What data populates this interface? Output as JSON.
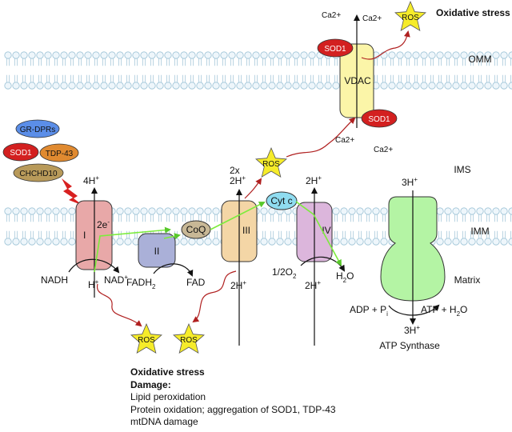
{
  "labels": {
    "omm": "OMM",
    "ims": "IMS",
    "imm": "IMM",
    "matrix": "Matrix",
    "vdac": "VDAC",
    "ca_top_left": "Ca2+",
    "ca_top_right": "Ca2+",
    "ca_bottom_left": "Ca2+",
    "ca_bottom_right": "Ca2+",
    "oxidative_top": "Oxidative stress",
    "sod1": "SOD1",
    "ros": "ROS",
    "gr_dprs": "GR-DPRs",
    "tdp43": "TDP-43",
    "chchd10": "CHCHD10",
    "complex_i": "I",
    "complex_ii": "II",
    "complex_iii": "III",
    "complex_iv": "IV",
    "coq": "CoQ",
    "cyt_c": "Cyt c",
    "four_h": "4H",
    "two_e": "2e",
    "two_x": "2x",
    "two_h": "2H",
    "three_h": "3H",
    "nadh": "NADH",
    "nad": "NAD",
    "h": "H",
    "fadh": "FADH",
    "fadh_sub": "2",
    "fad": "FAD",
    "half_o2_a": "1/2O",
    "half_o2_sub": "2",
    "h2o_h": "H",
    "h2o_sub": "2",
    "h2o_o": "O",
    "adp": "ADP + P",
    "adp_sub": "i",
    "atp": "ATP + H",
    "atp_sub": "2",
    "atp_o": "O",
    "plus": "+",
    "minus": "-",
    "atp_synthase": "ATP Synthase"
  },
  "damage": {
    "title": "Oxidative stress",
    "subtitle": "Damage:",
    "items": [
      "Lipid peroxidation",
      "Protein oxidation; aggregation of SOD1, TDP-43",
      "mtDNA damage"
    ]
  },
  "colors": {
    "membrane_head": "#eef6fb",
    "membrane_stroke": "#9cc2d6",
    "complex_i": "#e8a8a8",
    "complex_ii": "#aab0d8",
    "complex_iii": "#f4d6a6",
    "complex_iv": "#dcb6dc",
    "coq": "#c8b896",
    "cyt_c": "#8fdcf0",
    "vdac": "#fbf5a8",
    "atp_synthase": "#b4f4a4",
    "sod1": "#d32020",
    "gr_dprs": "#5b8ee8",
    "tdp43": "#e08a30",
    "chchd10": "#b89a5a",
    "ros": "#f6ec2a",
    "electron_arrow": "#7cec3c",
    "ros_arrow": "#b02020"
  }
}
